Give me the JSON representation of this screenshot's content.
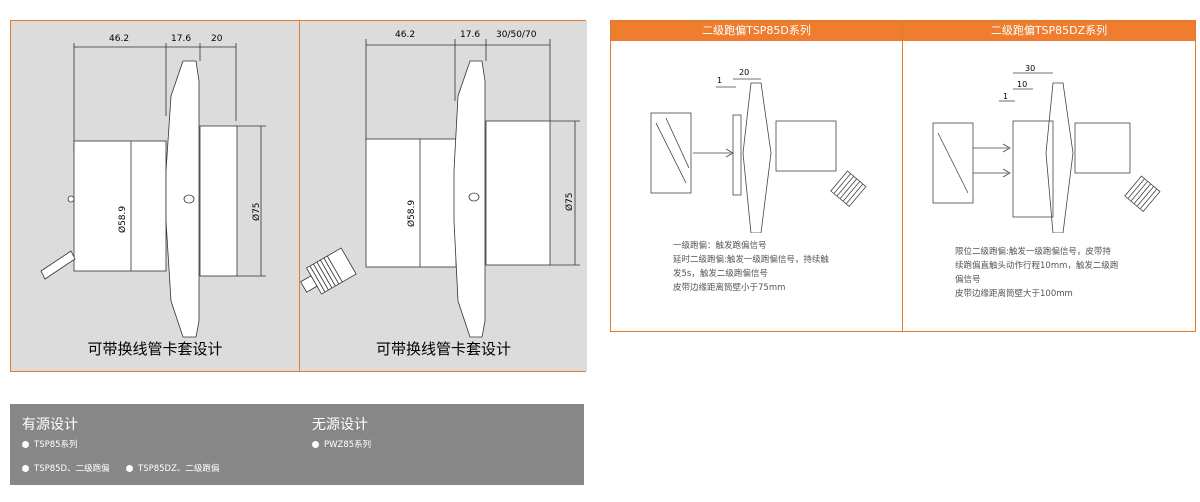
{
  "left": {
    "panel_a": {
      "caption": "可带换线管卡套设计",
      "dims": {
        "d1": "46.2",
        "d2": "17.6",
        "d3": "20",
        "dia_inner": "Ø58.9",
        "dia_outer": "Ø75"
      }
    },
    "panel_b": {
      "caption": "可带换线管卡套设计",
      "dims": {
        "d1": "46.2",
        "d2": "17.6",
        "d3": "30/50/70",
        "dia_inner": "Ø58.9",
        "dia_outer": "Ø75"
      }
    }
  },
  "right": {
    "col1": {
      "title": "二级跑偏TSP85D系列",
      "dims": {
        "a": "1",
        "b": "20"
      },
      "notes": [
        "一级跑偏：触发跑偏信号",
        "延时二级跑偏:触发一级跑偏信号，持续触",
        "发5s，触发二级跑偏信号",
        "皮带边缘距离筒壁小于75mm"
      ]
    },
    "col2": {
      "title": "二级跑偏TSP85DZ系列",
      "dims": {
        "a": "30",
        "b": "10",
        "c": "1"
      },
      "notes": [
        "限位二级跑偏:触发一级跑偏信号，皮带持",
        "续跑偏直触头动作行程10mm，触发二级跑",
        "偏信号",
        "皮带边缘距离筒壁大于100mm"
      ]
    }
  },
  "bottom": {
    "active_title": "有源设计",
    "passive_title": "无源设计",
    "active_items": [
      "TSP85系列",
      "TSP85D、二级跑偏",
      "TSP85DZ、二级跑偏"
    ],
    "passive_items": [
      "PWZ85系列"
    ]
  },
  "colors": {
    "accent": "#ee7d2f",
    "panel_gray": "#dcdcdc",
    "bar_gray": "#878787"
  }
}
